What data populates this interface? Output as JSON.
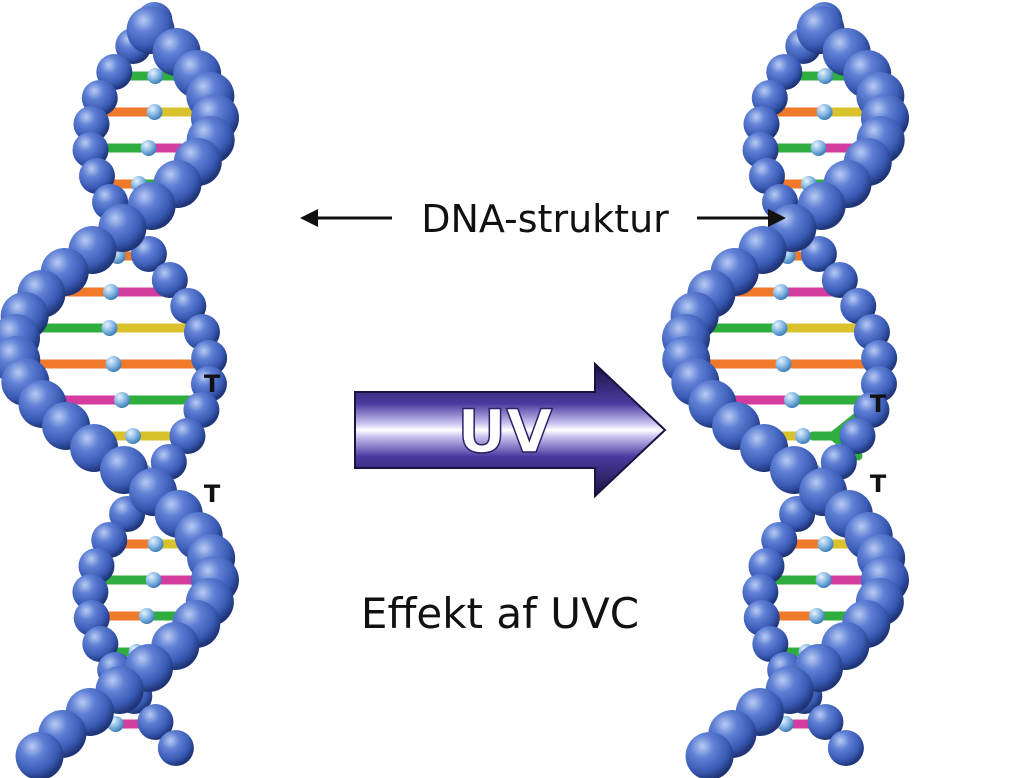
{
  "labels": {
    "structure": "DNA-struktur",
    "uv": "UV",
    "caption": "Effekt af UVC"
  },
  "bases": {
    "left_top": "T",
    "left_bottom": "T",
    "right_top": "T",
    "right_bottom": "T"
  },
  "colors": {
    "background": "#ffffff",
    "backbone_sphere": "#3a5bb5",
    "backbone_highlight": "#9fb6ee",
    "connector": "#7fb3e0",
    "arrow_body": "#2e2166",
    "rung_orange": "#f07a2a",
    "rung_green": "#2fae3e",
    "rung_yellow": "#d9c22c",
    "rung_magenta": "#d43ca0"
  },
  "icons": {
    "left_helix": "dna-helix-icon",
    "right_helix": "dna-helix-damaged-icon",
    "pointer_left": "arrow-left-icon",
    "pointer_right": "arrow-right-icon",
    "uv_arrow": "uv-arrow-icon"
  }
}
